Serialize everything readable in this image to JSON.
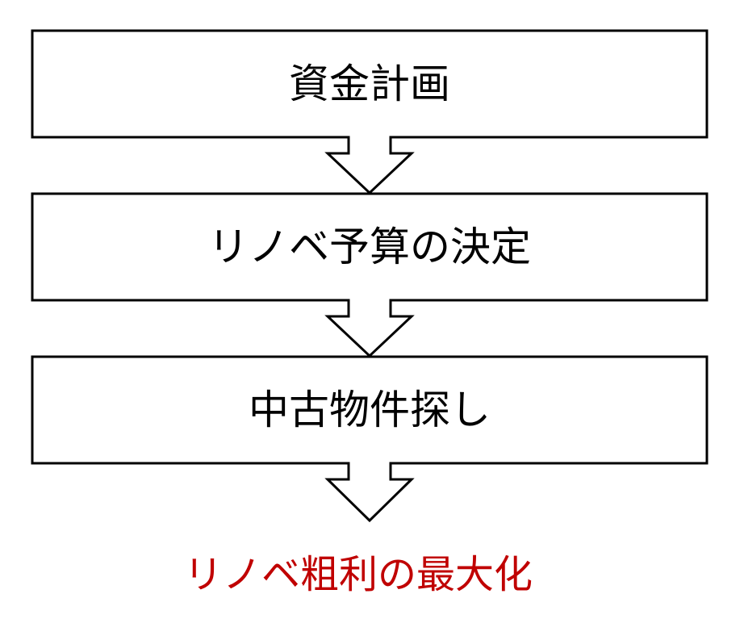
{
  "diagram": {
    "title": "renovation-process-flow",
    "boxes": [
      {
        "label": "資金計画"
      },
      {
        "label": "リノベ予算の決定"
      },
      {
        "label": "中古物件探し"
      }
    ],
    "result": {
      "label": "リノベ粗利の最大化",
      "color": "#C00000"
    },
    "colors": {
      "box_border": "#000000",
      "box_fill": "#FFFFFF",
      "box_text": "#000000",
      "arrow_outline": "#000000",
      "arrow_fill": "#FFFFFF",
      "background": "#FFFFFF",
      "result_text": "#C00000"
    }
  }
}
